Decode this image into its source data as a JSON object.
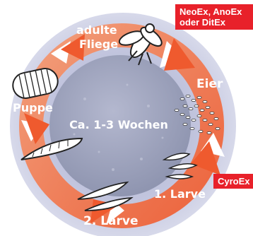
{
  "center_text": "Ca. 1-3 Wochen",
  "stages": {
    "adult_line1": "adulte",
    "adult_line2": "Fliege",
    "eggs": "Eier",
    "larva1": "1. Larve",
    "larva2": "2. Larve",
    "pupa": "Puppe"
  },
  "products": {
    "top_line1": "NeoEx, AnoEx",
    "top_line2": "oder DitEx",
    "cyro": "CyroEx"
  },
  "colors": {
    "accent_red": "#e8212a",
    "arrow_orange": "#f26b3a",
    "ring_lavender": "#b9bdd8",
    "center_grey": "#9aa0b8"
  }
}
